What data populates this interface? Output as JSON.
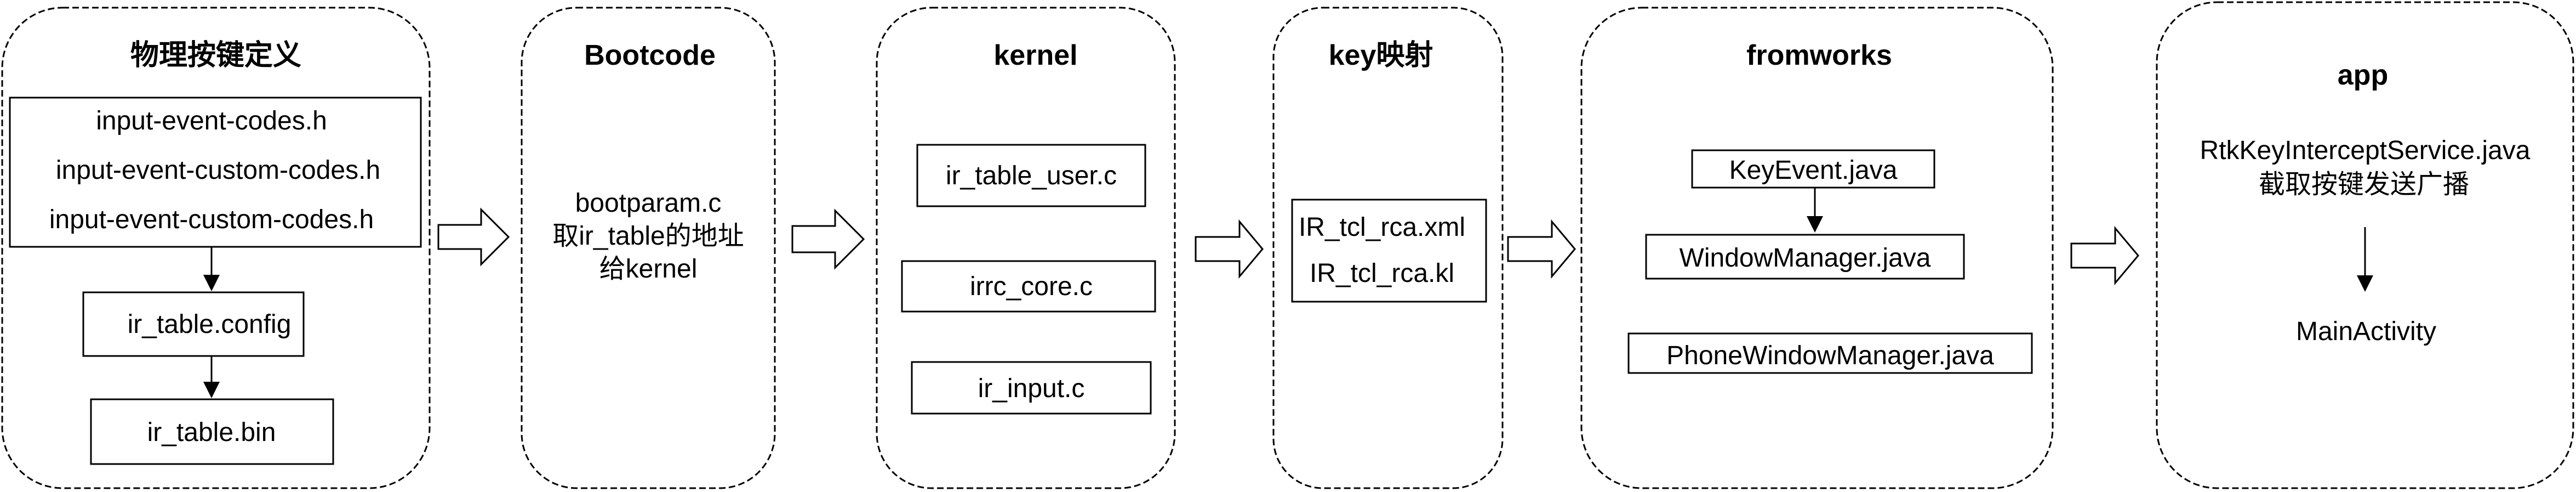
{
  "stages": {
    "physical": {
      "title": "物理按键定义",
      "headers": [
        "input-event-codes.h",
        "input-event-custom-codes.h",
        "input-event-custom-codes.h"
      ],
      "config": "ir_table.config",
      "bin": "ir_table.bin"
    },
    "bootcode": {
      "title": "Bootcode",
      "lines": [
        "bootparam.c",
        "取ir_table的地址",
        "给kernel"
      ]
    },
    "kernel": {
      "title": "kernel",
      "files": [
        "ir_table_user.c",
        "irrc_core.c",
        "ir_input.c"
      ]
    },
    "keymap": {
      "title": "key映射",
      "files": [
        "IR_tcl_rca.xml",
        "IR_tcl_rca.kl"
      ]
    },
    "frameworks": {
      "title": "fromworks",
      "files": [
        "KeyEvent.java",
        "WindowManager.java",
        "PhoneWindowManager.java"
      ]
    },
    "app": {
      "title": "app",
      "service": "RtkKeyInterceptService.java",
      "service_desc": "截取按键发送广播",
      "activity": "MainActivity"
    }
  },
  "colors": {
    "stroke": "#000000",
    "background": "#ffffff"
  }
}
